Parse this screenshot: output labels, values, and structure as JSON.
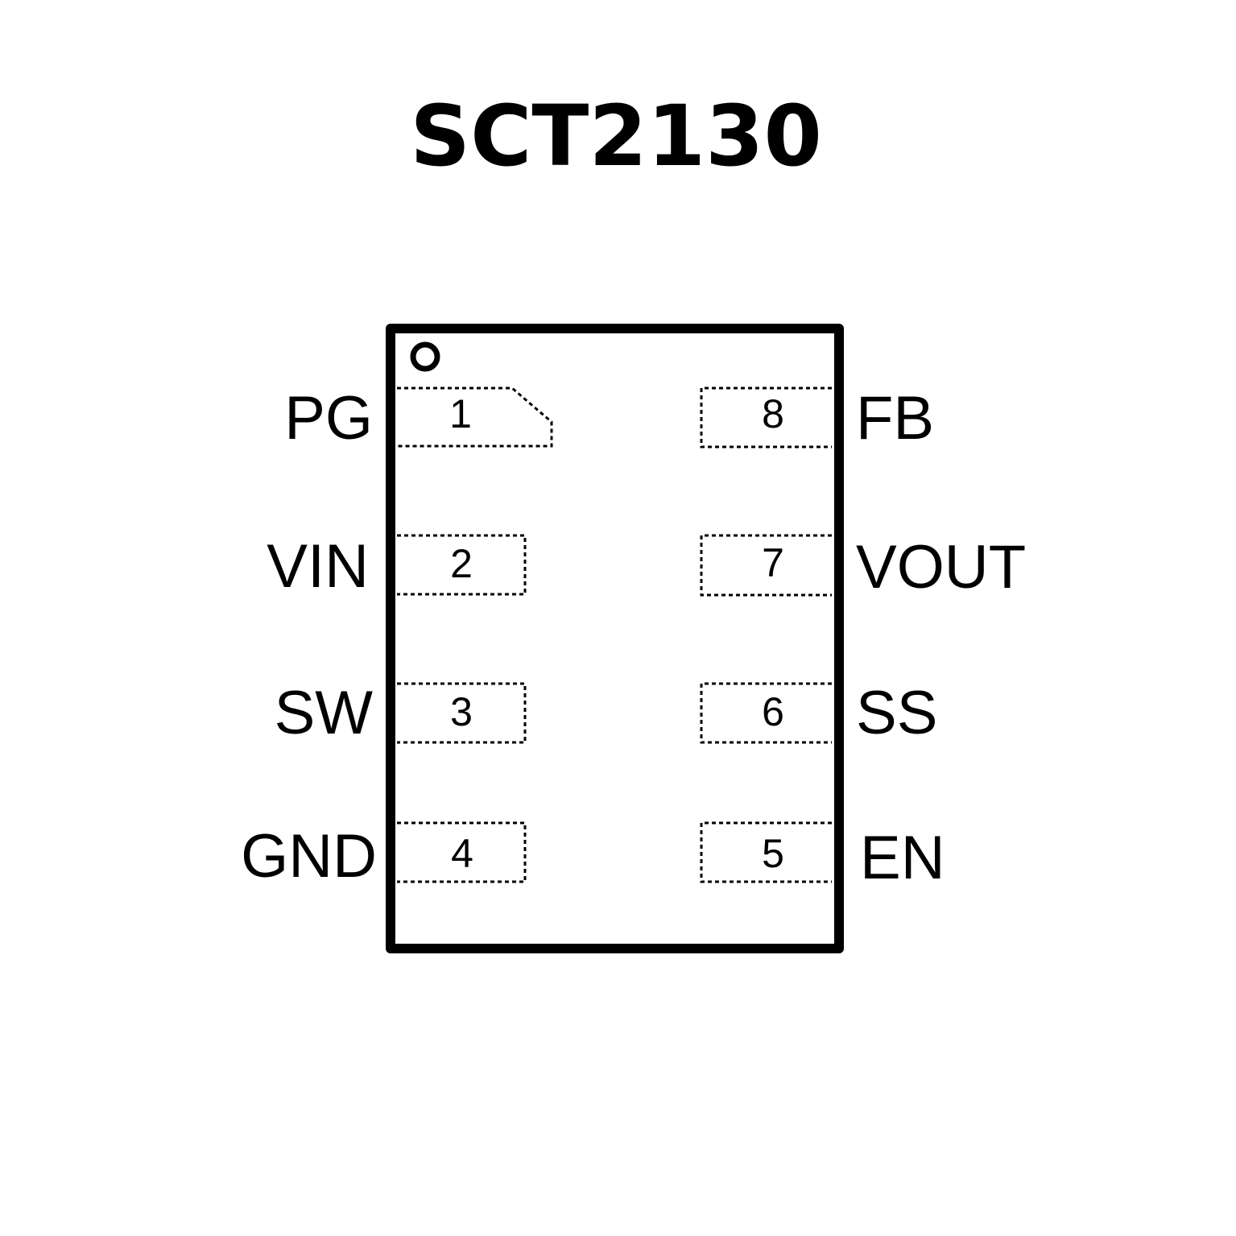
{
  "title": "SCT2130",
  "colors": {
    "ink": "#000000",
    "background": "#ffffff"
  },
  "pins_left": [
    {
      "number": "1",
      "name": "PG"
    },
    {
      "number": "2",
      "name": "VIN"
    },
    {
      "number": "3",
      "name": "SW"
    },
    {
      "number": "4",
      "name": "GND"
    }
  ],
  "pins_right": [
    {
      "number": "8",
      "name": "FB"
    },
    {
      "number": "7",
      "name": "VOUT"
    },
    {
      "number": "6",
      "name": "SS"
    },
    {
      "number": "5",
      "name": "EN"
    }
  ]
}
